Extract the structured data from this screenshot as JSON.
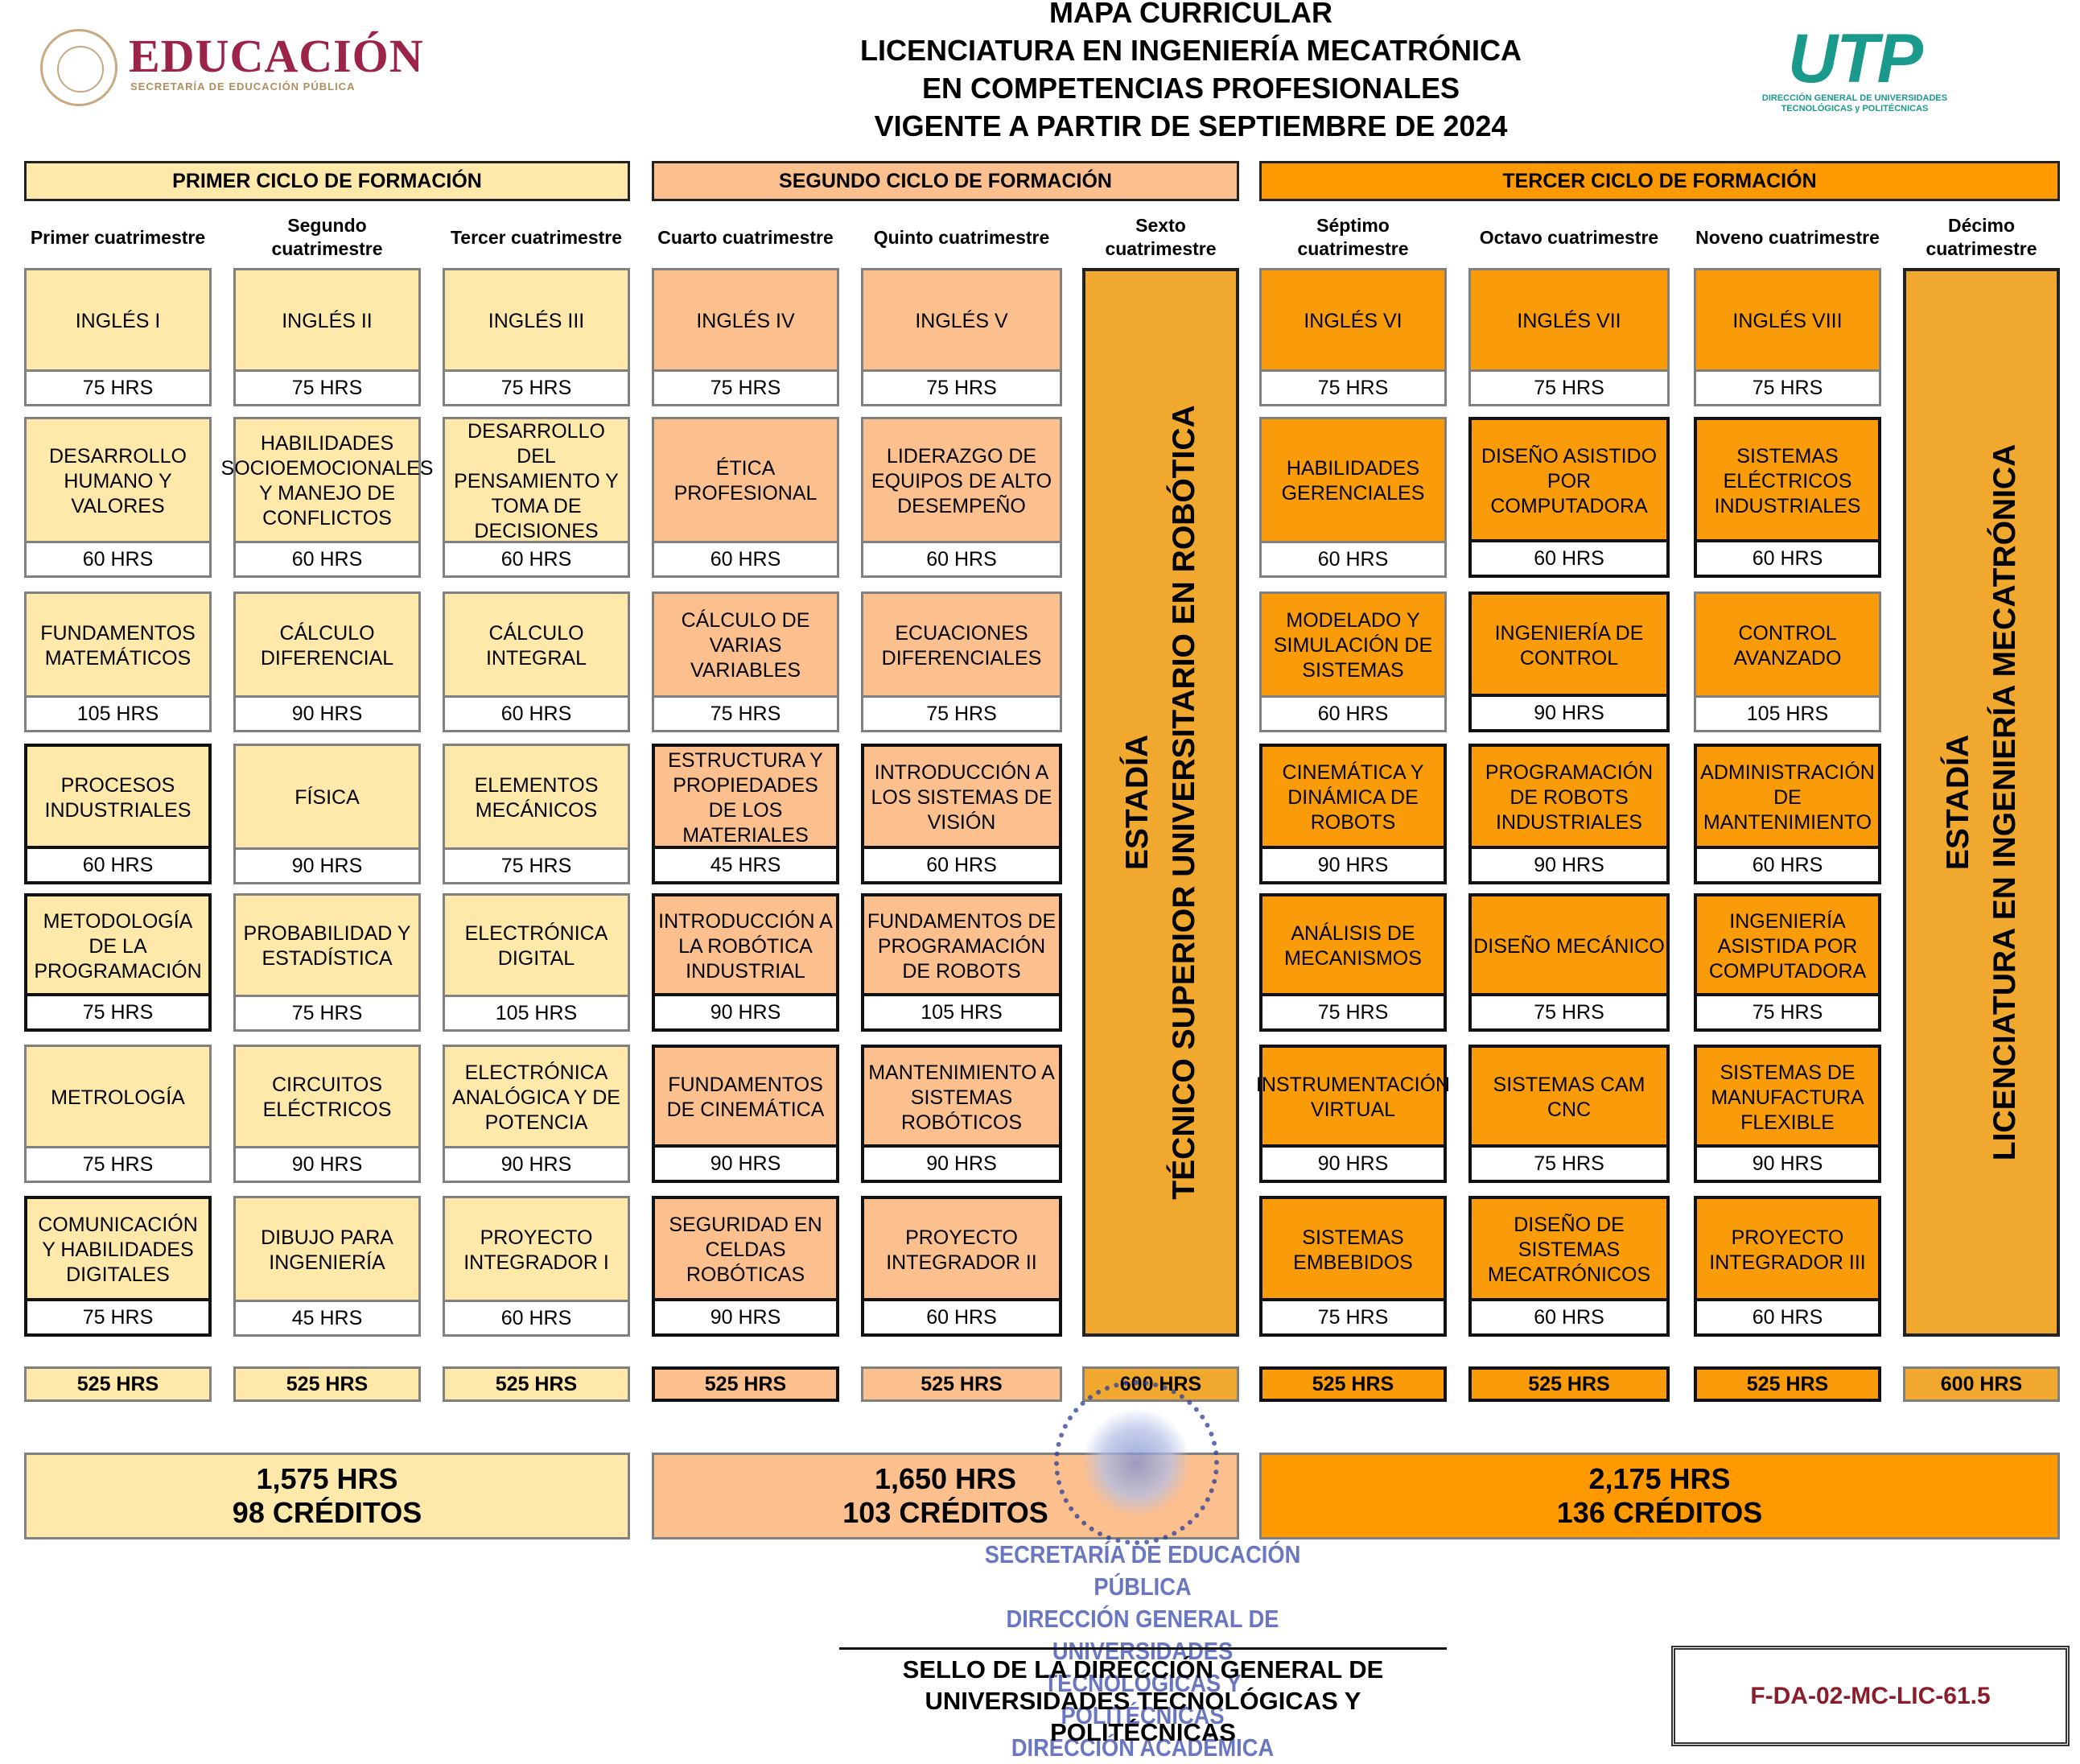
{
  "header": {
    "title_lines": [
      "MAPA CURRICULAR",
      "LICENCIATURA EN INGENIERÍA MECATRÓNICA",
      "EN COMPETENCIAS PROFESIONALES",
      " VIGENTE A PARTIR DE SEPTIEMBRE DE 2024"
    ],
    "sep_logo": {
      "word": "EDUCACIÓN",
      "subtitle": "SECRETARÍA DE EDUCACIÓN PÚBLICA"
    },
    "utp_logo": {
      "word": "UTP",
      "subtitle_lines": [
        "DIRECCIÓN GENERAL DE UNIVERSIDADES",
        "TECNOLÓGICAS y POLITÉCNICAS"
      ]
    }
  },
  "cycles": [
    {
      "label": "PRIMER CICLO DE FORMACIÓN",
      "color": "#fee9ab",
      "total_hours": "1,575 HRS",
      "total_credits": "98 CRÉDITOS"
    },
    {
      "label": "SEGUNDO CICLO DE FORMACIÓN",
      "color": "#fcbf8e",
      "total_hours": "1,650 HRS",
      "total_credits": "103 CRÉDITOS"
    },
    {
      "label": "TERCER CICLO DE FORMACIÓN",
      "color": "#ff9900",
      "total_hours": "2,175 HRS",
      "total_credits": "136 CRÉDITOS"
    }
  ],
  "semesters": [
    {
      "label": "Primer cuatrimestre",
      "total": "525 HRS",
      "courses": [
        {
          "name": "INGLÉS I",
          "hours": "75 HRS"
        },
        {
          "name": "DESARROLLO HUMANO Y VALORES",
          "hours": "60 HRS"
        },
        {
          "name": "FUNDAMENTOS MATEMÁTICOS",
          "hours": "105 HRS"
        },
        {
          "name": "PROCESOS INDUSTRIALES",
          "hours": "60 HRS"
        },
        {
          "name": "METODOLOGÍA DE LA PROGRAMACIÓN",
          "hours": "75 HRS"
        },
        {
          "name": "METROLOGÍA",
          "hours": "75 HRS"
        },
        {
          "name": "COMUNICACIÓN Y HABILIDADES DIGITALES",
          "hours": "75 HRS"
        }
      ]
    },
    {
      "label": "Segundo cuatrimestre",
      "total": "525 HRS",
      "courses": [
        {
          "name": "INGLÉS II",
          "hours": "75 HRS"
        },
        {
          "name": "HABILIDADES SOCIOEMOCIONALES Y MANEJO DE CONFLICTOS",
          "hours": "60 HRS"
        },
        {
          "name": "CÁLCULO DIFERENCIAL",
          "hours": "90 HRS"
        },
        {
          "name": "FÍSICA",
          "hours": "90 HRS"
        },
        {
          "name": "PROBABILIDAD Y ESTADÍSTICA",
          "hours": "75 HRS"
        },
        {
          "name": "CIRCUITOS ELÉCTRICOS",
          "hours": "90 HRS"
        },
        {
          "name": "DIBUJO PARA INGENIERÍA",
          "hours": "45 HRS"
        }
      ]
    },
    {
      "label": "Tercer cuatrimestre",
      "total": "525 HRS",
      "courses": [
        {
          "name": "INGLÉS III",
          "hours": "75 HRS"
        },
        {
          "name": "DESARROLLO DEL PENSAMIENTO Y TOMA DE DECISIONES",
          "hours": "60 HRS"
        },
        {
          "name": "CÁLCULO INTEGRAL",
          "hours": "60 HRS"
        },
        {
          "name": "ELEMENTOS MECÁNICOS",
          "hours": "75 HRS"
        },
        {
          "name": "ELECTRÓNICA DIGITAL",
          "hours": "105 HRS"
        },
        {
          "name": "ELECTRÓNICA ANALÓGICA Y DE POTENCIA",
          "hours": "90 HRS"
        },
        {
          "name": "PROYECTO INTEGRADOR I",
          "hours": "60 HRS"
        }
      ]
    },
    {
      "label": "Cuarto cuatrimestre",
      "total": "525 HRS",
      "courses": [
        {
          "name": "INGLÉS IV",
          "hours": "75 HRS"
        },
        {
          "name": "ÉTICA PROFESIONAL",
          "hours": "60 HRS"
        },
        {
          "name": "CÁLCULO DE VARIAS VARIABLES",
          "hours": "75 HRS"
        },
        {
          "name": "ESTRUCTURA Y PROPIEDADES DE LOS MATERIALES",
          "hours": "45 HRS"
        },
        {
          "name": "INTRODUCCIÓN A LA ROBÓTICA INDUSTRIAL",
          "hours": "90 HRS"
        },
        {
          "name": "FUNDAMENTOS DE CINEMÁTICA",
          "hours": "90 HRS"
        },
        {
          "name": "SEGURIDAD EN CELDAS ROBÓTICAS",
          "hours": "90 HRS"
        }
      ]
    },
    {
      "label": "Quinto cuatrimestre",
      "total": "525 HRS",
      "courses": [
        {
          "name": "INGLÉS V",
          "hours": "75 HRS"
        },
        {
          "name": "LIDERAZGO DE EQUIPOS DE ALTO DESEMPEÑO",
          "hours": "60 HRS"
        },
        {
          "name": "ECUACIONES DIFERENCIALES",
          "hours": "75 HRS"
        },
        {
          "name": "INTRODUCCIÓN A LOS SISTEMAS DE VISIÓN",
          "hours": "60 HRS"
        },
        {
          "name": "FUNDAMENTOS DE PROGRAMACIÓN DE ROBOTS",
          "hours": "105 HRS"
        },
        {
          "name": "MANTENIMIENTO A SISTEMAS ROBÓTICOS",
          "hours": "90 HRS"
        },
        {
          "name": "PROYECTO INTEGRADOR II",
          "hours": "60 HRS"
        }
      ]
    },
    {
      "label": "Sexto cuatrimestre",
      "total": "600 HRS",
      "estadia": {
        "line1": "ESTADÍA",
        "line2": "TÉCNICO SUPERIOR UNIVERSITARIO EN ROBÓTICA"
      }
    },
    {
      "label": "Séptimo cuatrimestre",
      "total": "525 HRS",
      "courses": [
        {
          "name": "INGLÉS VI",
          "hours": "75 HRS"
        },
        {
          "name": "HABILIDADES GERENCIALES",
          "hours": "60 HRS"
        },
        {
          "name": "MODELADO Y SIMULACIÓN DE SISTEMAS",
          "hours": "60 HRS"
        },
        {
          "name": "CINEMÁTICA Y DINÁMICA DE ROBOTS",
          "hours": "90 HRS"
        },
        {
          "name": "ANÁLISIS DE MECANISMOS",
          "hours": "75 HRS"
        },
        {
          "name": "INSTRUMENTACIÓN VIRTUAL",
          "hours": "90 HRS"
        },
        {
          "name": "SISTEMAS EMBEBIDOS",
          "hours": "75 HRS"
        }
      ]
    },
    {
      "label": "Octavo cuatrimestre",
      "total": "525 HRS",
      "courses": [
        {
          "name": "INGLÉS VII",
          "hours": "75 HRS"
        },
        {
          "name": "DISEÑO ASISTIDO POR COMPUTADORA",
          "hours": "60 HRS"
        },
        {
          "name": "INGENIERÍA DE CONTROL",
          "hours": "90 HRS"
        },
        {
          "name": "PROGRAMACIÓN DE ROBOTS INDUSTRIALES",
          "hours": "90 HRS"
        },
        {
          "name": "DISEÑO MECÁNICO",
          "hours": "75 HRS"
        },
        {
          "name": "SISTEMAS CAM CNC",
          "hours": "75 HRS"
        },
        {
          "name": "DISEÑO DE SISTEMAS MECATRÓNICOS",
          "hours": "60 HRS"
        }
      ]
    },
    {
      "label": "Noveno cuatrimestre",
      "total": "525 HRS",
      "courses": [
        {
          "name": "INGLÉS  VIII",
          "hours": "75 HRS"
        },
        {
          "name": "SISTEMAS ELÉCTRICOS INDUSTRIALES",
          "hours": "60 HRS"
        },
        {
          "name": "CONTROL AVANZADO",
          "hours": "105 HRS"
        },
        {
          "name": "ADMINISTRACIÓN DE MANTENIMIENTO",
          "hours": "60 HRS"
        },
        {
          "name": "INGENIERÍA ASISTIDA POR COMPUTADORA",
          "hours": "75 HRS"
        },
        {
          "name": "SISTEMAS DE MANUFACTURA FLEXIBLE",
          "hours": "90 HRS"
        },
        {
          "name": "PROYECTO INTEGRADOR III",
          "hours": "60 HRS"
        }
      ]
    },
    {
      "label": "Décimo cuatrimestre",
      "total": "600 HRS",
      "estadia": {
        "line1": "ESTADÍA",
        "line2": "LICENCIATURA EN INGENIERÍA MECATRÓNICA"
      }
    }
  ],
  "stamp_lines": [
    "SECRETARÍA DE EDUCACIÓN PÚBLICA",
    "DIRECCIÓN GENERAL DE UNIVERSIDADES",
    "TECNOLÓGICAS Y POLITÉCNICAS",
    "DIRECCIÓN ACADÉMICA"
  ],
  "sello_lines": [
    "SELLO DE LA DIRECCIÓN GENERAL DE",
    "UNIVERSIDADES TECNOLÓGICAS Y",
    "POLITÉCNICAS"
  ],
  "form_code": "F-DA-02-MC-LIC-61.5"
}
